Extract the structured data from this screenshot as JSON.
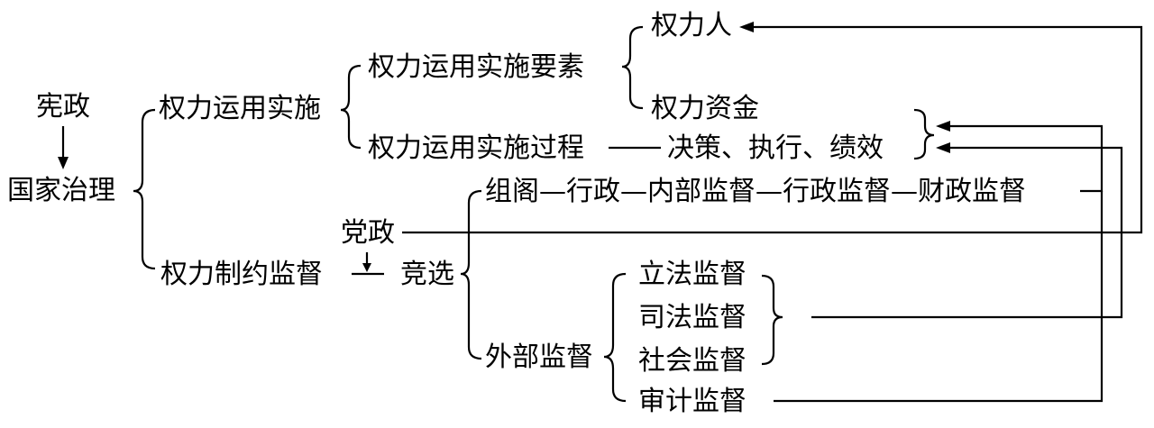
{
  "diagram": {
    "xianzheng": "宪政",
    "guojia_zhili": "国家治理",
    "quanli_yunyong_shishi": "权力运用实施",
    "yaosu": "权力运用实施要素",
    "quanli_ren": "权力人",
    "quanli_zijin": "权力资金",
    "guocheng": "权力运用实施过程",
    "guocheng_detail": "决策、执行、绩效",
    "dangzheng": "党政",
    "zhiyue_jiandu": "权力制约监督",
    "jingxuan": "竞选",
    "neibu_chain": "组阁—行政—内部监督—行政监督—财政监督",
    "waibu_jiandu": "外部监督",
    "lifa": "立法监督",
    "sifa": "司法监督",
    "shehui": "社会监督",
    "shenji": "审计监督"
  }
}
